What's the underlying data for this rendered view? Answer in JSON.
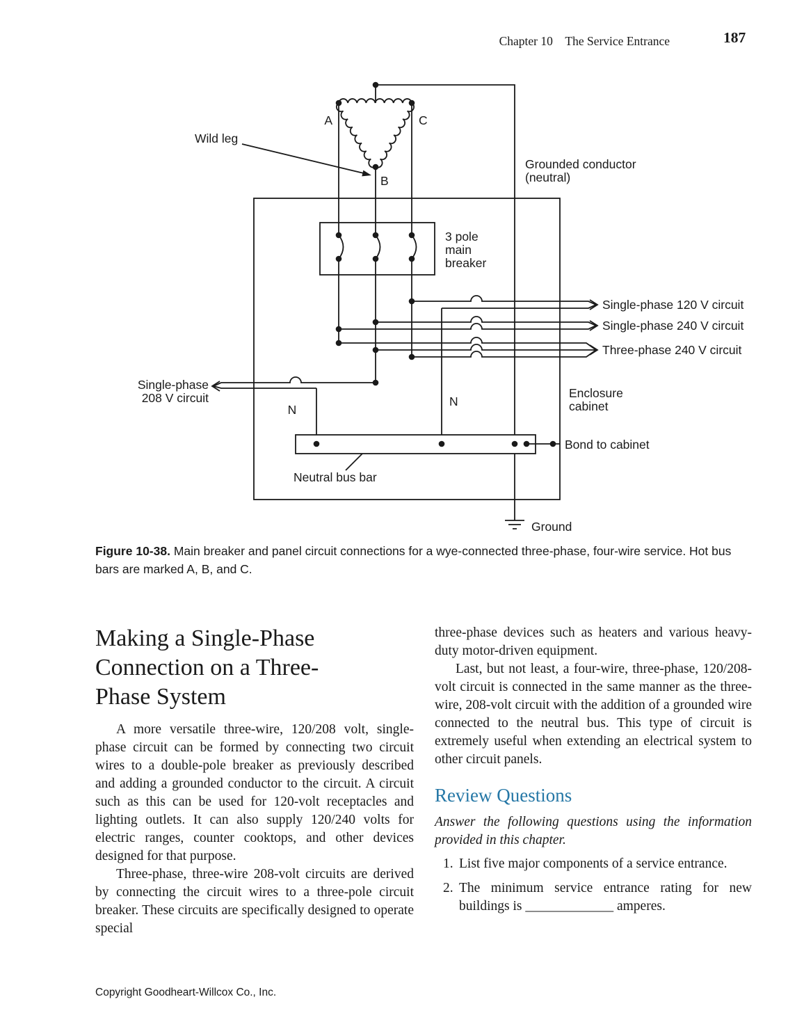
{
  "header": {
    "chapter": "Chapter 10 The Service Entrance",
    "page_number": "187"
  },
  "figure": {
    "caption_label": "Figure 10-38.",
    "caption_text": "Main breaker and panel circuit connections for a wye-connected three-phase, four-wire service. Hot bus bars are marked A, B, and C.",
    "labels": {
      "phase_a": "A",
      "phase_b": "B",
      "phase_c": "C",
      "wild_leg": "Wild leg",
      "grounded_conductor_line1": "Grounded conductor",
      "grounded_conductor_line2": "(neutral)",
      "main_breaker_line1": "3 pole",
      "main_breaker_line2": "main",
      "main_breaker_line3": "breaker",
      "circuit_120v": "Single-phase 120 V circuit",
      "circuit_240v": "Single-phase 240 V circuit",
      "circuit_3ph_240v": "Three-phase 240 V circuit",
      "circuit_208v_line1": "Single-phase",
      "circuit_208v_line2": "208 V circuit",
      "neutral_left": "N",
      "neutral_right": "N",
      "enclosure_line1": "Enclosure",
      "enclosure_line2": "cabinet",
      "bond_to_cabinet": "Bond to cabinet",
      "neutral_bus_bar": "Neutral bus bar",
      "ground": "Ground"
    }
  },
  "article": {
    "heading_line1": "Making a Single-Phase",
    "heading_line2": "Connection on a Three-",
    "heading_line3": "Phase System",
    "para1": "A more versatile three-wire, 120/208 volt, single-phase circuit can be formed by connecting two circuit wires to a double-pole breaker as previously described and adding a grounded conductor to the circuit. A circuit such as this can be used for 120-volt receptacles and lighting outlets. It can also supply 120/240 volts for electric ranges, counter cooktops, and other devices designed for that purpose.",
    "para2": "Three-phase, three-wire 208-volt circuits are derived by connecting the circuit wires to a three-pole circuit breaker. These circuits are specifically designed to operate special",
    "para2_continued": "three-phase devices such as heaters and various heavy-duty motor-driven equipment.",
    "para3": "Last, but not least, a four-wire, three-phase, 120/208-volt circuit is connected in the same manner as the three-wire, 208-volt circuit with the addition of a grounded wire connected to the neutral bus. This type of circuit is extremely useful when extending an electrical system to other circuit panels."
  },
  "review": {
    "heading": "Review Questions",
    "intro": "Answer the following questions using the information provided in this chapter.",
    "accent_color": "#2577a6",
    "questions": [
      {
        "num": "1.",
        "text": "List five major components of a service entrance."
      },
      {
        "num": "2.",
        "text": "The minimum service entrance rating for new buildings is _____________ amperes."
      }
    ]
  },
  "footer": {
    "copyright": "Copyright Goodheart-Willcox Co., Inc."
  }
}
